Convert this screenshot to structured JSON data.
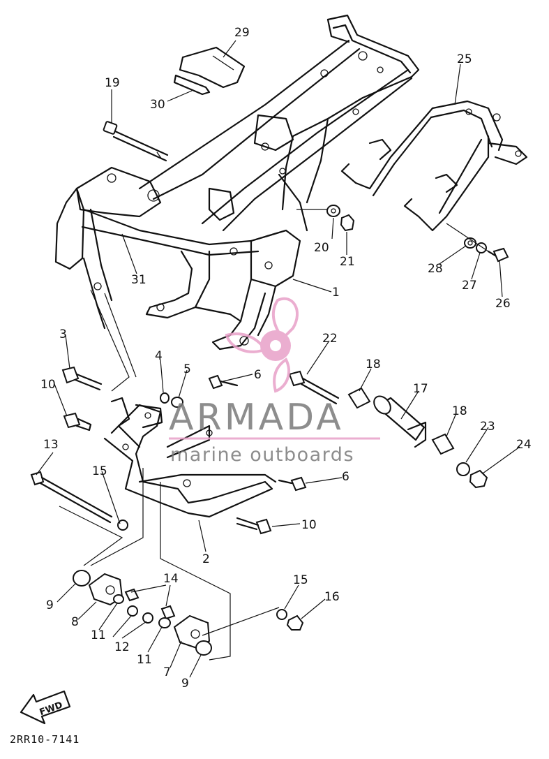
{
  "diagram": {
    "callouts": {
      "c1": "1",
      "c2": "2",
      "c3": "3",
      "c4": "4",
      "c5": "5",
      "c6a": "6",
      "c6b": "6",
      "c7": "7",
      "c8": "8",
      "c9a": "9",
      "c9b": "9",
      "c10a": "10",
      "c10b": "10",
      "c11a": "11",
      "c11b": "11",
      "c12": "12",
      "c13": "13",
      "c14": "14",
      "c15a": "15",
      "c15b": "15",
      "c16": "16",
      "c17": "17",
      "c18a": "18",
      "c18b": "18",
      "c19": "19",
      "c20": "20",
      "c21": "21",
      "c22": "22",
      "c23": "23",
      "c24": "24",
      "c25": "25",
      "c26": "26",
      "c27": "27",
      "c28": "28",
      "c29": "29",
      "c30": "30",
      "c31": "31"
    },
    "part_code": "2RR10-7141",
    "fwd_label": "FWD"
  },
  "watermark": {
    "title": "ARMADA",
    "subtitle": "marine outboards",
    "color": "#e8a0c8"
  }
}
